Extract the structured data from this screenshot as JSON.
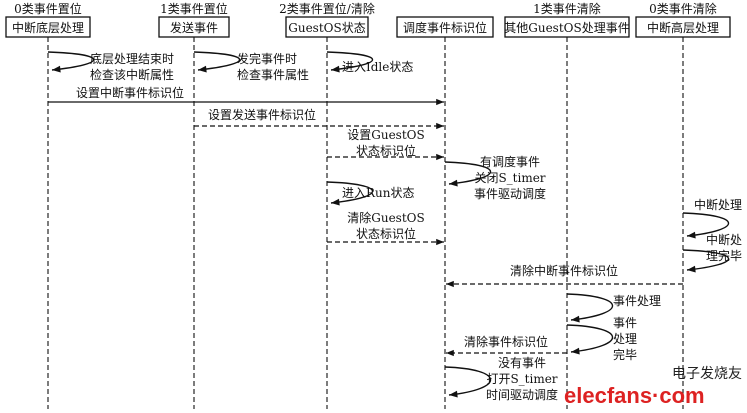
{
  "lifelines": [
    {
      "category": "0类事件置位",
      "name": "中断底层处理"
    },
    {
      "category": "1类事件置位",
      "name": "发送事件"
    },
    {
      "category": "2类事件置位/清除",
      "name": "GuestOS状态"
    },
    {
      "category": "",
      "name": "调度事件标识位"
    },
    {
      "category": "1类事件清除",
      "name": "其他GuestOS处理事件"
    },
    {
      "category": "0类事件清除",
      "name": "中断高层处理"
    }
  ],
  "self_loops": [
    {
      "lines": [
        "底层处理结束时",
        "检查该中断属性"
      ]
    },
    {
      "lines": [
        "发完事件时",
        "检查事件属性"
      ]
    },
    {
      "lines": [
        "进入Idle状态"
      ]
    },
    {
      "lines": [
        "有调度事件",
        "关闭S_timer",
        "事件驱动调度"
      ]
    },
    {
      "lines": [
        "进入Run状态"
      ]
    },
    {
      "lines": [
        "中断处理"
      ]
    },
    {
      "lines": [
        "中断处",
        "理完毕"
      ]
    },
    {
      "lines": [
        "事件处理"
      ]
    },
    {
      "lines": [
        "事件",
        "处理",
        "完毕"
      ]
    },
    {
      "lines": [
        "没有事件",
        "打开S_timer",
        "时间驱动调度"
      ]
    }
  ],
  "messages": [
    {
      "lines": [
        "设置中断事件标识位"
      ],
      "style": "solid"
    },
    {
      "lines": [
        "设置发送事件标识位"
      ],
      "style": "dashed"
    },
    {
      "lines": [
        "设置GuestOS",
        "状态标识位"
      ],
      "style": "dashed"
    },
    {
      "lines": [
        "清除GuestOS",
        "状态标识位"
      ],
      "style": "dashed"
    },
    {
      "lines": [
        "清除中断事件标识位"
      ],
      "style": "dashed"
    },
    {
      "lines": [
        "清除事件标识位"
      ],
      "style": "dashed"
    }
  ],
  "watermark": {
    "logo": "elecfans·com",
    "text": "电子发烧友"
  }
}
